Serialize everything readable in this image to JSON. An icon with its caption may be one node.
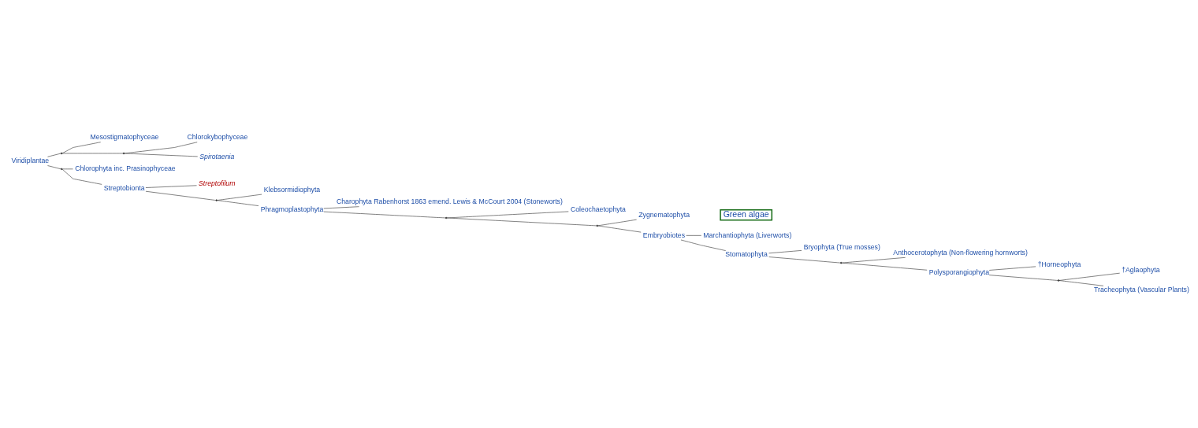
{
  "diagram": {
    "nodes": [
      {
        "text": [
          "Viridiplantae"
        ]
      },
      {
        "text": [],
        "shape": "point"
      },
      {
        "text": [
          "Mesostigmatophyceae"
        ]
      },
      {
        "text": [],
        "shape": "point"
      },
      {
        "text": [
          "Chlorokybophyceae"
        ]
      },
      {
        "text": [
          "Spirotaenia"
        ]
      },
      {
        "text": [],
        "shape": "point"
      },
      {
        "text": [
          "Chlorophyta inc. Prasinophyceae"
        ]
      },
      {
        "text": [
          "Streptobionta"
        ]
      },
      {
        "text": [
          "Streptofilum"
        ]
      },
      {
        "text": [],
        "shape": "point"
      },
      {
        "text": [
          "Klebsormidiophyta"
        ]
      },
      {
        "text": [
          "Phragmoplastophyta"
        ]
      },
      {
        "text": [
          "Charophyta Rabenhorst 1863 emend. Lewis & McCourt 2004 (Stoneworts)"
        ]
      },
      {
        "text": [],
        "shape": "point"
      },
      {
        "text": [
          "Coleochaetophyta"
        ]
      },
      {
        "text": [],
        "shape": "point"
      },
      {
        "text": [
          "Zygnematophyta"
        ]
      },
      {
        "text": [
          "Embryobiotes"
        ]
      },
      {
        "text": [
          "Marchantiophyta (Liverworts)"
        ]
      },
      {
        "text": [
          "Stomatophyta"
        ]
      },
      {
        "text": [
          "Bryophyta (True mosses)"
        ]
      },
      {
        "text": [],
        "shape": "point"
      },
      {
        "text": [
          "Anthocerotophyta (Non-flowering hornworts)"
        ]
      },
      {
        "text": [
          "Polysporangiophyta"
        ]
      },
      {
        "text": [
          "†Horneophyta"
        ]
      },
      {
        "text": [],
        "shape": "point"
      },
      {
        "text": [
          "†Aglaophyta"
        ]
      },
      {
        "text": [
          "Tracheophyta (Vascular Plants)"
        ]
      }
    ],
    "edges": [
      {
        "from": 0,
        "to": 1,
        "arrow": "none"
      },
      {
        "from": 0,
        "to": 6,
        "arrow": "none"
      },
      {
        "from": 1,
        "to": 2,
        "arrow": "none"
      },
      {
        "from": 1,
        "to": 3,
        "arrow": "none"
      },
      {
        "from": 3,
        "to": 4,
        "arrow": "none"
      },
      {
        "from": 3,
        "to": 5,
        "arrow": "none"
      },
      {
        "from": 6,
        "to": 7,
        "arrow": "none"
      },
      {
        "from": 6,
        "to": 8,
        "arrow": "none"
      },
      {
        "from": 8,
        "to": 9,
        "arrow": "none"
      },
      {
        "from": 8,
        "to": 10,
        "arrow": "none"
      },
      {
        "from": 10,
        "to": 11,
        "arrow": "none"
      },
      {
        "from": 10,
        "to": 12,
        "arrow": "none"
      },
      {
        "from": 12,
        "to": 13,
        "arrow": "none"
      },
      {
        "from": 12,
        "to": 14,
        "arrow": "none"
      },
      {
        "from": 14,
        "to": 15,
        "arrow": "none"
      },
      {
        "from": 14,
        "to": 16,
        "arrow": "none"
      },
      {
        "from": 16,
        "to": 17,
        "arrow": "none"
      },
      {
        "from": 16,
        "to": 18,
        "arrow": "none"
      },
      {
        "from": 18,
        "to": 19,
        "arrow": "none"
      },
      {
        "from": 18,
        "to": 20,
        "arrow": "none"
      },
      {
        "from": 20,
        "to": 21,
        "arrow": "none"
      },
      {
        "from": 20,
        "to": 22,
        "arrow": "none"
      },
      {
        "from": 22,
        "to": 23,
        "arrow": "none"
      },
      {
        "from": 22,
        "to": 24,
        "arrow": "none"
      },
      {
        "from": 24,
        "to": 25,
        "arrow": "none"
      },
      {
        "from": 24,
        "to": 26,
        "arrow": "none"
      },
      {
        "from": 26,
        "to": 27,
        "arrow": "none"
      },
      {
        "from": 26,
        "to": 28,
        "arrow": "none"
      }
    ],
    "labels": [
      "Green algae"
    ]
  }
}
